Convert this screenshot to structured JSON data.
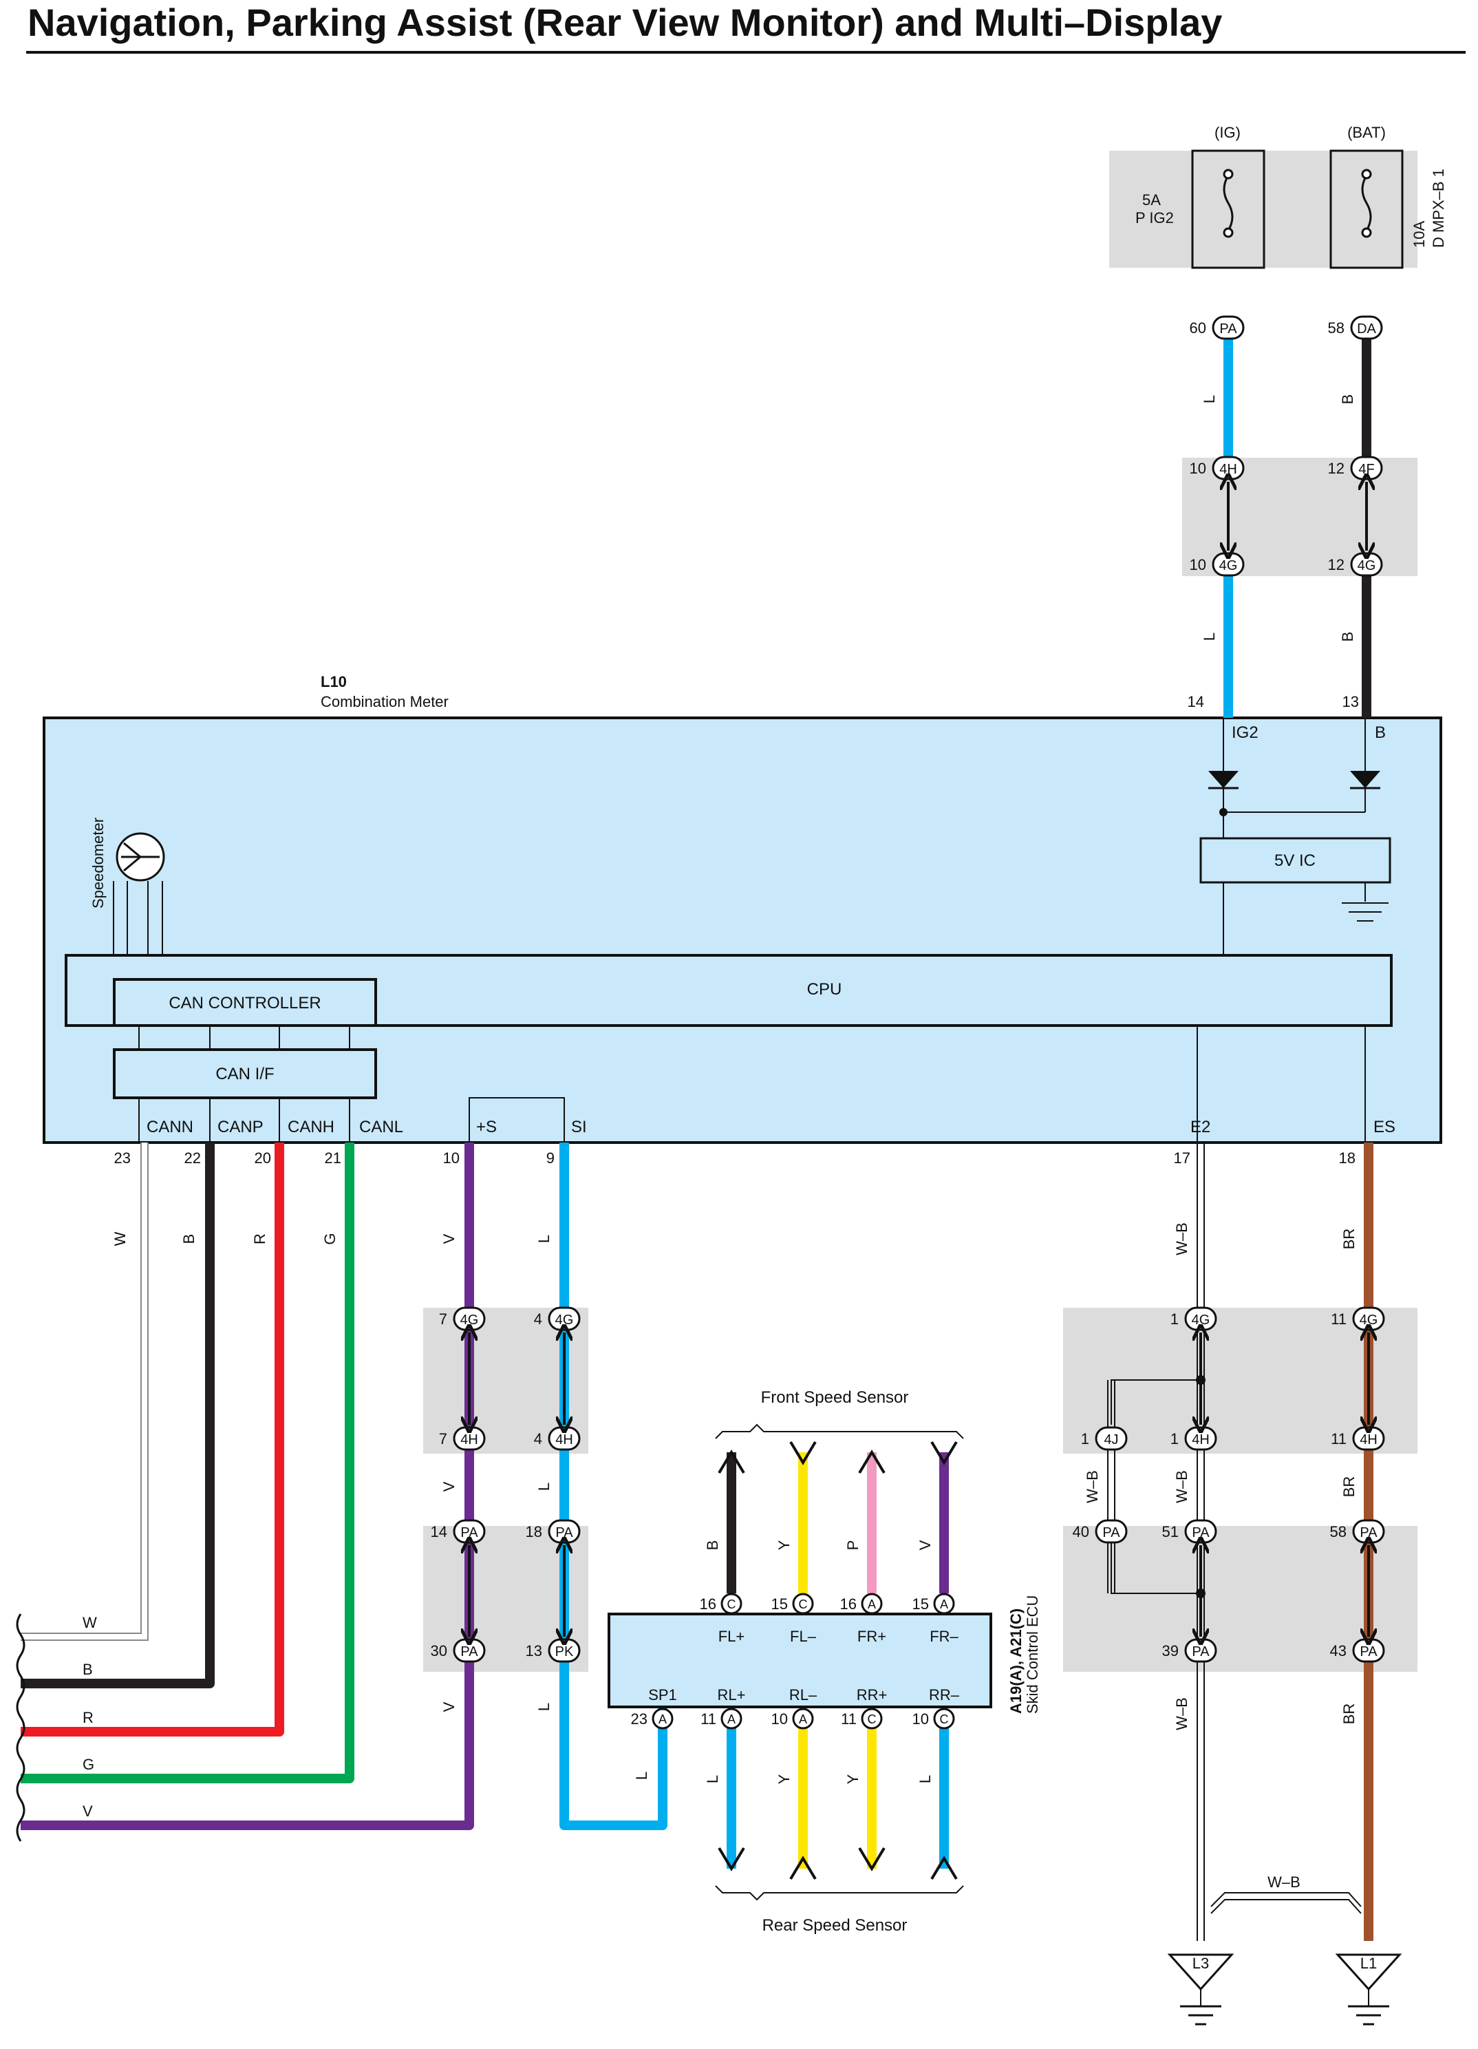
{
  "title": "Navigation, Parking Assist (Rear View Monitor) and Multi–Display",
  "colors": {
    "L": "#00aeef",
    "B": "#231f20",
    "R": "#ed1c24",
    "G": "#00a651",
    "V": "#6a2c91",
    "Y": "#ffe600",
    "P": "#f49ac1",
    "BR": "#a0522d",
    "W": "#ffffff",
    "WB": "#ffffff",
    "box": "#c9e8fa",
    "shade": "#dcdcdc"
  },
  "fuses": [
    {
      "source": "(IG)",
      "rating": "5A",
      "name": "P IG2",
      "pin": "60",
      "conn": "PA"
    },
    {
      "source": "(BAT)",
      "rating": "10A",
      "name": "D MPX–B 1",
      "pin": "58",
      "conn": "DA"
    }
  ],
  "meter": {
    "code": "L10",
    "name": "Combination Meter",
    "speedometer": "Speedometer",
    "can_controller": "CAN CONTROLLER",
    "can_if": "CAN I/F",
    "cpu": "CPU",
    "ic": "5V IC",
    "terminals": {
      "ig2": "IG2",
      "b": "B",
      "cann": "CANN",
      "canp": "CANP",
      "canh": "CANH",
      "canl": "CANL",
      "plus_s": "+S",
      "si": "SI",
      "e2": "E2",
      "es": "ES"
    },
    "pins": {
      "ig2": "14",
      "b": "13",
      "cann": "23",
      "canp": "22",
      "canh": "20",
      "canl": "21",
      "plus_s": "10",
      "si": "9",
      "e2": "17",
      "es": "18"
    }
  },
  "ecu": {
    "code": "A19(A), A21(C)",
    "name": "Skid Control ECU",
    "top_terms": [
      "FL+",
      "FL–",
      "FR+",
      "FR–"
    ],
    "top_pins": [
      "16",
      "15",
      "16",
      "15"
    ],
    "top_conns": [
      "C",
      "C",
      "A",
      "A"
    ],
    "bottom_terms": [
      "SP1",
      "RL+",
      "RL–",
      "RR+",
      "RR–"
    ],
    "bottom_pins": [
      "23",
      "11",
      "10",
      "11",
      "10"
    ],
    "bottom_conns": [
      "A",
      "A",
      "A",
      "C",
      "C"
    ]
  },
  "sensors": {
    "front": "Front Speed Sensor",
    "rear": "Rear Speed Sensor"
  },
  "wire_labels": {
    "ig": "L",
    "bat": "B",
    "cann": "W",
    "canp": "B",
    "canh": "R",
    "canl": "G",
    "plus_s": "V",
    "si": "L",
    "e2": "W–B",
    "es": "BR",
    "fl_plus": "B",
    "fl_minus": "Y",
    "fr_plus": "P",
    "fr_minus": "V",
    "sp1": "L",
    "rl_plus": "L",
    "rl_minus": "Y",
    "rr_plus": "Y",
    "rr_minus": "L",
    "ground_link": "W–B"
  },
  "connectors": {
    "c4H_ig": {
      "pin": "10",
      "id": "4H"
    },
    "c4F": {
      "pin": "12",
      "id": "4F"
    },
    "c4G_ig": {
      "pin": "10",
      "id": "4G"
    },
    "c4G_bat": {
      "pin": "12",
      "id": "4G"
    },
    "c4G_v": {
      "pin": "7",
      "id": "4G"
    },
    "c4G_l": {
      "pin": "4",
      "id": "4G"
    },
    "c4H_v": {
      "pin": "7",
      "id": "4H"
    },
    "c4H_l": {
      "pin": "4",
      "id": "4H"
    },
    "cPA_v": {
      "pin": "14",
      "id": "PA"
    },
    "cPA_l": {
      "pin": "18",
      "id": "PA"
    },
    "cPA_v2": {
      "pin": "30",
      "id": "PA"
    },
    "cPK_l": {
      "pin": "13",
      "id": "PK"
    },
    "c4G_e2": {
      "pin": "1",
      "id": "4G"
    },
    "c4G_es": {
      "pin": "11",
      "id": "4G"
    },
    "c4J": {
      "pin": "1",
      "id": "4J"
    },
    "c4H_e2": {
      "pin": "1",
      "id": "4H"
    },
    "c4H_es": {
      "pin": "11",
      "id": "4H"
    },
    "cPA_40": {
      "pin": "40",
      "id": "PA"
    },
    "cPA_51": {
      "pin": "51",
      "id": "PA"
    },
    "cPA_58": {
      "pin": "58",
      "id": "PA"
    },
    "cPA_39": {
      "pin": "39",
      "id": "PA"
    },
    "cPA_43": {
      "pin": "43",
      "id": "PA"
    }
  },
  "grounds": {
    "l3": "L3",
    "l1": "L1"
  },
  "bus_labels": [
    "W",
    "B",
    "R",
    "G",
    "V"
  ]
}
